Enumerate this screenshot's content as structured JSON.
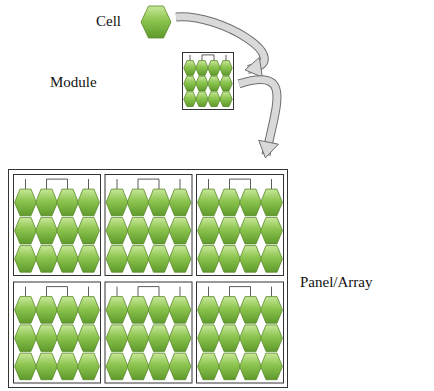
{
  "diagram": {
    "nodes": [
      {
        "text": [
          "Cell"
        ]
      },
      {
        "text": [
          "Module"
        ]
      },
      {
        "text": [
          "Panel/Array"
        ]
      }
    ],
    "edges": [
      {
        "from": 0,
        "to": 1,
        "arrow": "to"
      },
      {
        "from": 1,
        "to": 2,
        "arrow": "to"
      }
    ]
  }
}
